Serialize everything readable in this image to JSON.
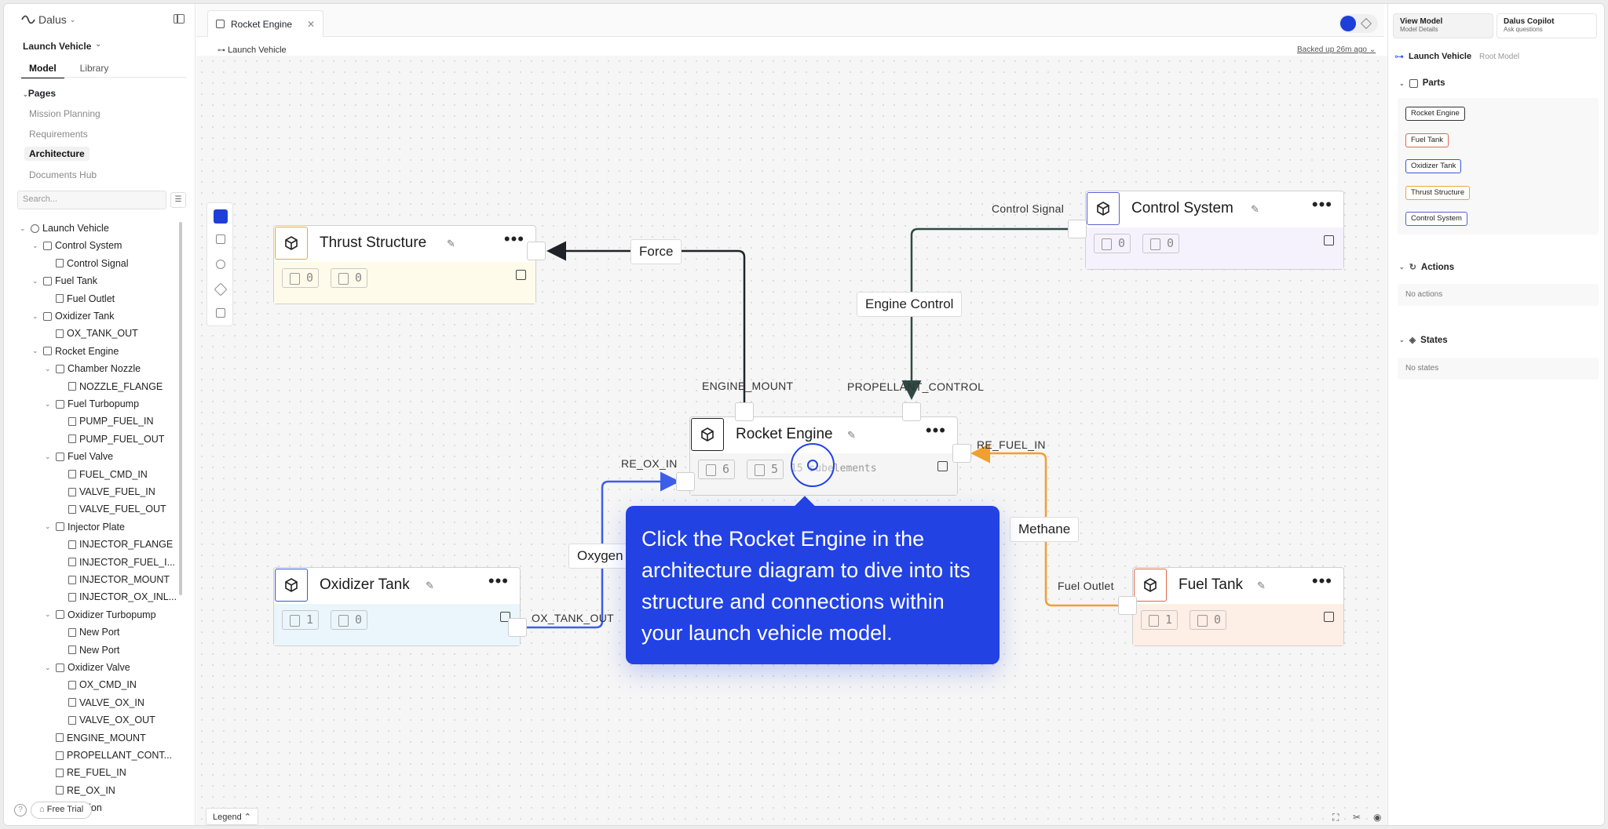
{
  "app": {
    "brand": "Dalus",
    "project": "Launch Vehicle",
    "tabs": [
      "Model",
      "Library"
    ],
    "pages_header": "Pages",
    "pages": [
      "Mission Planning",
      "Requirements",
      "Architecture",
      "Documents Hub"
    ],
    "active_page": "Architecture",
    "search_placeholder": "Search...",
    "free_trial": "Free Trial",
    "help": "?"
  },
  "tree": [
    {
      "label": "Launch Vehicle",
      "depth": 0,
      "chev": true,
      "icon": "model"
    },
    {
      "label": "Control System",
      "depth": 1,
      "chev": true,
      "icon": "part"
    },
    {
      "label": "Control Signal",
      "depth": 2,
      "chev": false,
      "icon": "port"
    },
    {
      "label": "Fuel Tank",
      "depth": 1,
      "chev": true,
      "icon": "part"
    },
    {
      "label": "Fuel Outlet",
      "depth": 2,
      "chev": false,
      "icon": "port"
    },
    {
      "label": "Oxidizer Tank",
      "depth": 1,
      "chev": true,
      "icon": "part"
    },
    {
      "label": "OX_TANK_OUT",
      "depth": 2,
      "chev": false,
      "icon": "port"
    },
    {
      "label": "Rocket Engine",
      "depth": 1,
      "chev": true,
      "icon": "part"
    },
    {
      "label": "Chamber Nozzle",
      "depth": 2,
      "chev": true,
      "icon": "part"
    },
    {
      "label": "NOZZLE_FLANGE",
      "depth": 3,
      "chev": false,
      "icon": "port"
    },
    {
      "label": "Fuel Turbopump",
      "depth": 2,
      "chev": true,
      "icon": "part"
    },
    {
      "label": "PUMP_FUEL_IN",
      "depth": 3,
      "chev": false,
      "icon": "port"
    },
    {
      "label": "PUMP_FUEL_OUT",
      "depth": 3,
      "chev": false,
      "icon": "port"
    },
    {
      "label": "Fuel Valve",
      "depth": 2,
      "chev": true,
      "icon": "part"
    },
    {
      "label": "FUEL_CMD_IN",
      "depth": 3,
      "chev": false,
      "icon": "port"
    },
    {
      "label": "VALVE_FUEL_IN",
      "depth": 3,
      "chev": false,
      "icon": "port"
    },
    {
      "label": "VALVE_FUEL_OUT",
      "depth": 3,
      "chev": false,
      "icon": "port"
    },
    {
      "label": "Injector Plate",
      "depth": 2,
      "chev": true,
      "icon": "part"
    },
    {
      "label": "INJECTOR_FLANGE",
      "depth": 3,
      "chev": false,
      "icon": "port"
    },
    {
      "label": "INJECTOR_FUEL_I...",
      "depth": 3,
      "chev": false,
      "icon": "port"
    },
    {
      "label": "INJECTOR_MOUNT",
      "depth": 3,
      "chev": false,
      "icon": "port"
    },
    {
      "label": "INJECTOR_OX_INL...",
      "depth": 3,
      "chev": false,
      "icon": "port"
    },
    {
      "label": "Oxidizer Turbopump",
      "depth": 2,
      "chev": true,
      "icon": "part"
    },
    {
      "label": "New Port",
      "depth": 3,
      "chev": false,
      "icon": "port"
    },
    {
      "label": "New Port",
      "depth": 3,
      "chev": false,
      "icon": "port"
    },
    {
      "label": "Oxidizer Valve",
      "depth": 2,
      "chev": true,
      "icon": "part"
    },
    {
      "label": "OX_CMD_IN",
      "depth": 3,
      "chev": false,
      "icon": "port"
    },
    {
      "label": "VALVE_OX_IN",
      "depth": 3,
      "chev": false,
      "icon": "port"
    },
    {
      "label": "VALVE_OX_OUT",
      "depth": 3,
      "chev": false,
      "icon": "port"
    },
    {
      "label": "ENGINE_MOUNT",
      "depth": 2,
      "chev": false,
      "icon": "port"
    },
    {
      "label": "PROPELLANT_CONT...",
      "depth": 2,
      "chev": false,
      "icon": "port"
    },
    {
      "label": "RE_FUEL_IN",
      "depth": 2,
      "chev": false,
      "icon": "port"
    },
    {
      "label": "RE_OX_IN",
      "depth": 2,
      "chev": false,
      "icon": "port"
    },
    {
      "label": "...ustion",
      "depth": 2,
      "chev": false,
      "icon": "part"
    }
  ],
  "topbar": {
    "tab_label": "Rocket Engine",
    "breadcrumb": "Launch Vehicle",
    "backed_up": "Backed up 26m ago"
  },
  "nodes": {
    "thrust": {
      "title": "Thrust Structure",
      "reqs": "0",
      "docs": "0",
      "accent": "#e8a838",
      "tint": "#fffbea"
    },
    "control": {
      "title": "Control System",
      "reqs": "0",
      "docs": "0",
      "accent": "#5b5fd6",
      "tint": "#f6f2fd"
    },
    "engine": {
      "title": "Rocket Engine",
      "reqs": "6",
      "docs": "5",
      "sub": "15 subelements",
      "accent": "#222222",
      "tint": "#f5f5f5"
    },
    "oxidizer": {
      "title": "Oxidizer Tank",
      "reqs": "1",
      "docs": "0",
      "accent": "#3557d9",
      "tint": "#eaf6fb"
    },
    "fuel": {
      "title": "Fuel Tank",
      "reqs": "1",
      "docs": "0",
      "accent": "#e0674a",
      "tint": "#fdeee6"
    }
  },
  "edges": {
    "force": "Force",
    "engine_control": "Engine Control",
    "oxygen": "Oxygen",
    "methane": "Methane"
  },
  "ports": {
    "control_signal": "Control Signal",
    "engine_mount": "ENGINE_MOUNT",
    "propellant_control": "PROPELLANT_CONTROL",
    "re_ox_in": "RE_OX_IN",
    "re_fuel_in": "RE_FUEL_IN",
    "ox_tank_out": "OX_TANK_OUT",
    "fuel_outlet": "Fuel Outlet"
  },
  "edge_colors": {
    "force": "#1f2328",
    "control": "#2f4a44",
    "oxygen": "#3d5ee8",
    "methane": "#f0a030"
  },
  "tooltip": "Click the Rocket Engine in the architecture diagram to dive into its structure and connections within your launch vehicle model.",
  "legend": "Legend",
  "right": {
    "view_model": "View Model",
    "view_model_sub": "Model Details",
    "copilot": "Dalus Copilot",
    "copilot_sub": "Ask questions",
    "title": "Launch Vehicle",
    "title_sub": "Root Model",
    "parts_h": "Parts",
    "parts": [
      {
        "label": "Rocket Engine",
        "color": "#333333"
      },
      {
        "label": "Fuel Tank",
        "color": "#e0674a"
      },
      {
        "label": "Oxidizer Tank",
        "color": "#3557d9"
      },
      {
        "label": "Thrust Structure",
        "color": "#e8a838"
      },
      {
        "label": "Control System",
        "color": "#5b5fd6"
      }
    ],
    "actions_h": "Actions",
    "actions_empty": "No actions",
    "states_h": "States",
    "states_empty": "No states"
  }
}
